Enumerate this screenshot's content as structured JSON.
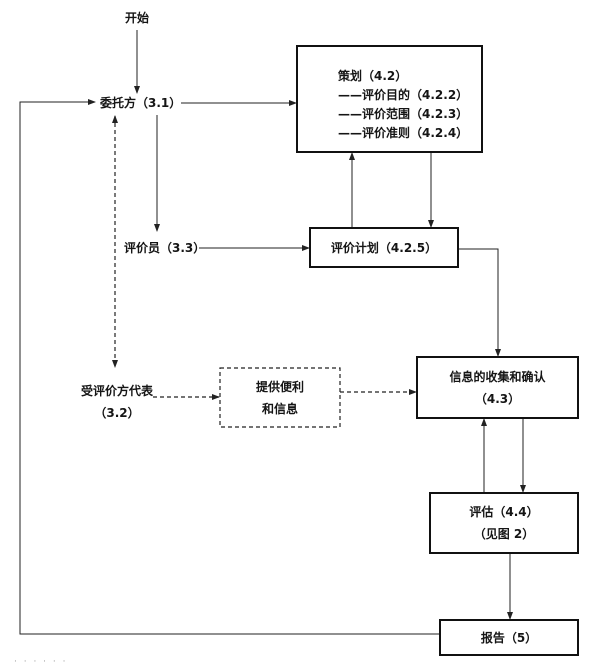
{
  "diagram": {
    "start": "开始",
    "nodes": {
      "client": "委托方（3.1）",
      "planning": {
        "title": "策划（4.2）",
        "items": [
          "——评价目的（4.2.2）",
          "——评价范围（4.2.3）",
          "——评价准则（4.2.4）"
        ]
      },
      "evaluator": "评价员（3.3）",
      "evaluation_plan": "评价计划（4.2.5）",
      "evaluated_party_rep": {
        "line1": "受评价方代表",
        "line2": "（3.2）"
      },
      "provide_support": {
        "line1": "提供便利",
        "line2": "和信息"
      },
      "info_collection": {
        "line1": "信息的收集和确认",
        "line2": "（4.3）"
      },
      "assessment": {
        "line1": "评估（4.4）",
        "line2": "（见图 2）"
      },
      "report": "报告（5）"
    },
    "edges": [
      {
        "from": "start",
        "to": "client",
        "style": "solid"
      },
      {
        "from": "report",
        "to": "client",
        "style": "solid"
      },
      {
        "from": "client",
        "to": "planning",
        "style": "solid"
      },
      {
        "from": "client",
        "to": "evaluator",
        "style": "solid"
      },
      {
        "from": "client",
        "to": "evaluated_party_rep",
        "style": "dashed",
        "bidirectional": true
      },
      {
        "from": "evaluator",
        "to": "evaluation_plan",
        "style": "solid"
      },
      {
        "from": "planning",
        "to": "evaluation_plan",
        "style": "solid"
      },
      {
        "from": "evaluation_plan",
        "to": "planning",
        "style": "solid"
      },
      {
        "from": "evaluation_plan",
        "to": "info_collection",
        "style": "solid"
      },
      {
        "from": "evaluated_party_rep",
        "to": "provide_support",
        "style": "dashed"
      },
      {
        "from": "provide_support",
        "to": "info_collection",
        "style": "dashed"
      },
      {
        "from": "info_collection",
        "to": "assessment",
        "style": "solid"
      },
      {
        "from": "assessment",
        "to": "info_collection",
        "style": "solid"
      },
      {
        "from": "assessment",
        "to": "report",
        "style": "solid"
      }
    ],
    "footer_fragment": "· · · · · ·"
  }
}
